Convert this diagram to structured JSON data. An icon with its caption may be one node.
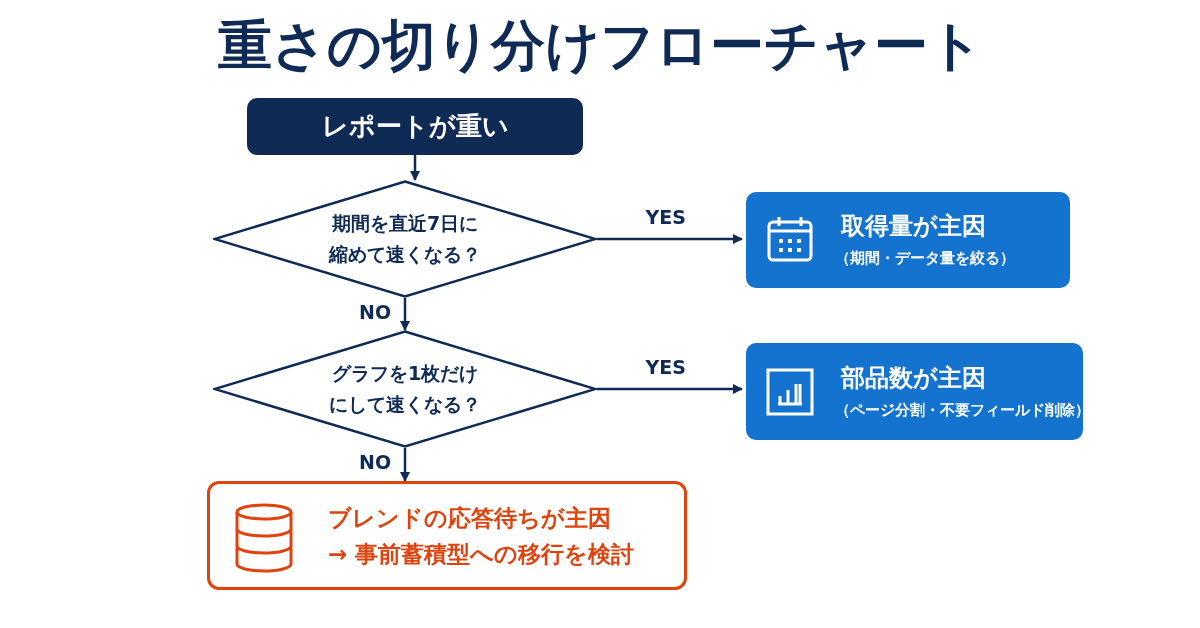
{
  "diagram": {
    "title": "重さの切り分けフローチャート",
    "nodes": [
      {
        "text": [
          "レポートが重い"
        ]
      },
      {
        "text": [
          "期間を直近7日に縮めて速くなる？"
        ]
      },
      {
        "text": [
          "取得量が主因",
          "（期間・データ量を絞る）"
        ]
      },
      {
        "text": [
          "グラフを1枚だけにして速くなる？"
        ]
      },
      {
        "text": [
          "部品数が主因",
          "（ページ分割・不要フィールド削除）"
        ]
      },
      {
        "text": [
          "ブレンドの応答待ちが主因",
          "→ 事前蓄積型への移行を検討"
        ]
      }
    ],
    "edges": [
      {
        "from": 0,
        "to": 1,
        "arrow": "to"
      },
      {
        "from": 1,
        "to": 2,
        "arrow": "to",
        "label": "YES"
      },
      {
        "from": 1,
        "to": 3,
        "arrow": "to",
        "label": "NO"
      },
      {
        "from": 3,
        "to": 4,
        "arrow": "to",
        "label": "YES"
      },
      {
        "from": 3,
        "to": 5,
        "arrow": "to",
        "label": "NO"
      }
    ]
  }
}
